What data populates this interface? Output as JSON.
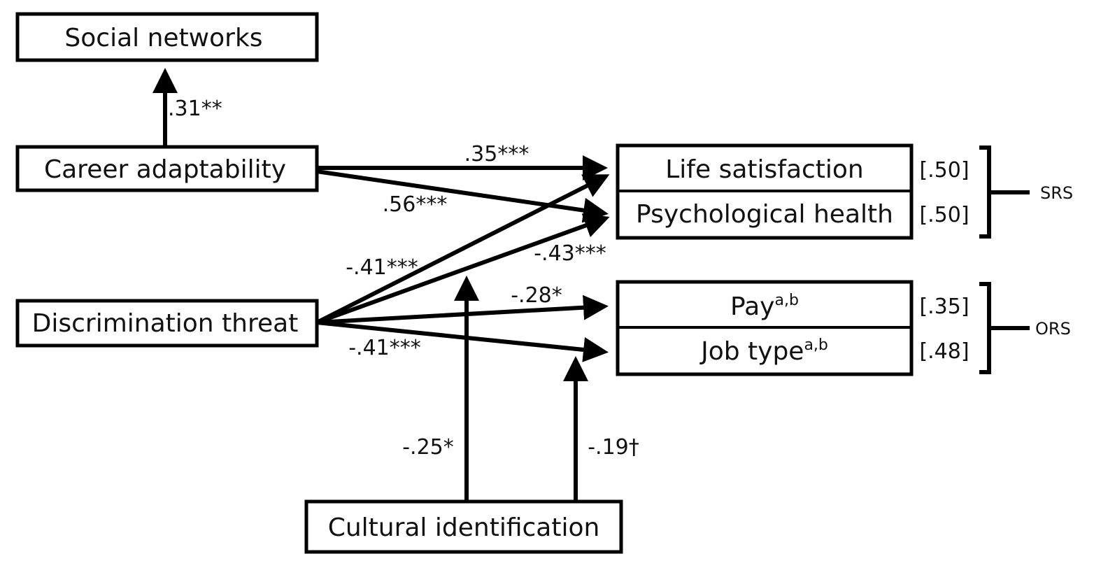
{
  "nodes": {
    "social_networks": "Social networks",
    "career_adaptability": "Career adaptability",
    "discrimination_threat": "Discrimination threat",
    "cultural_identification": "Cultural identification",
    "life_satisfaction": "Life satisfaction",
    "psychological_health": "Psychological health",
    "pay": "Pay",
    "pay_sup": "a,b",
    "job_type": "Job type",
    "job_type_sup": "a,b"
  },
  "coefficients": {
    "ca_to_sn": ".31**",
    "ca_to_ls": ".35***",
    "ca_to_ph": ".56***",
    "dt_to_ls": "-.41***",
    "dt_to_ph": "-.43***",
    "dt_to_pay": "-.28*",
    "dt_to_job": "-.41***",
    "ci_mod_1": "-.25*",
    "ci_mod_2": "-.19†"
  },
  "r_squared": {
    "life_satisfaction": "[.50]",
    "psychological_health": "[.50]",
    "pay": "[.35]",
    "job_type": "[.48]"
  },
  "groups": {
    "srs": "SRS",
    "ors": "ORS"
  }
}
